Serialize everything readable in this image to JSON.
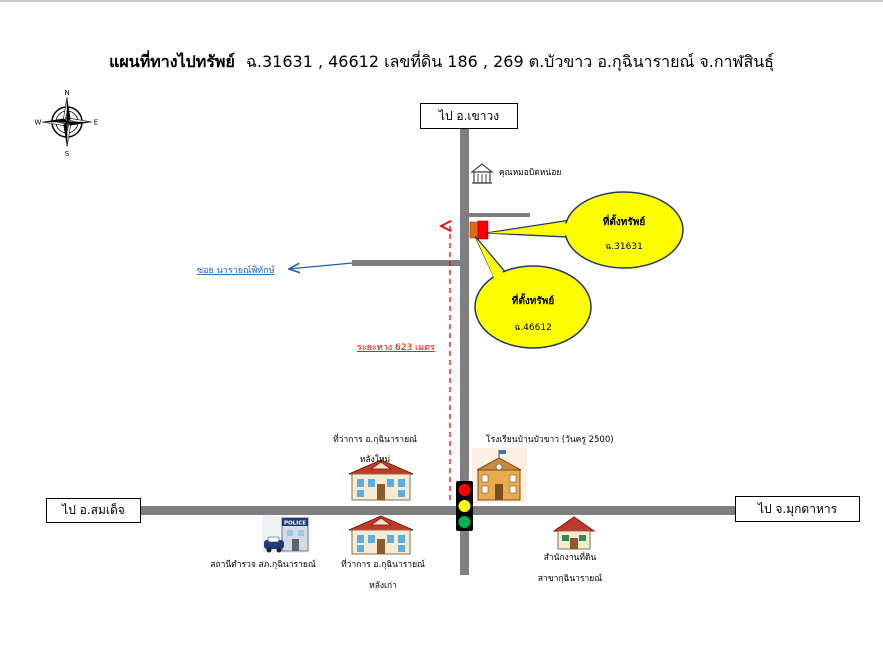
{
  "map": {
    "title_bold": "แผนที่ทางไปทรัพย์",
    "title_rest": "ฉ.31631  , 46612  เลขที่ดิน  186 ,  269  ต.บัวขาว  อ.กุฉินารายณ์  จ.กาฬสินธุ์",
    "compass": {
      "n": "N",
      "e": "E",
      "s": "S",
      "w": "W"
    },
    "destinations": {
      "north": "ไป อ.เขาวง",
      "west": "ไป อ.สมเด็จ",
      "east": "ไป จ.มุกดาหาร"
    },
    "side_road": "ซอย นารายณ์พิทักษ์",
    "distance": "ระยะทาง 623 เมตร",
    "landmarks": {
      "clinic": "คุณหมอบิดหน่อย",
      "district_new_line1": "ที่ว่าการ อ.กุฉินารายณ์",
      "district_new_line2": "หลังใหม่",
      "school": "โรงเรียนบ้านบัวขาว (วันครู 2500)",
      "police": "สถานีตำรวจ สภ.กุฉินารายณ์",
      "police_sign": "POLICE",
      "district_old_line1": "ที่ว่าการ อ.กุฉินารายณ์",
      "district_old_line2": "หลังเก่า",
      "land_office_line1": "สำนักงานที่ดิน",
      "land_office_line2": "สาขากุฉินารายณ์"
    },
    "callouts": [
      {
        "label": "ที่ตั้งทรัพย์",
        "deed": "ฉ.31631"
      },
      {
        "label": "ที่ตั้งทรัพย์",
        "deed": "ฉ.46612"
      }
    ],
    "colors": {
      "road": "#7f7f7f",
      "callout_fill": "#ffff00",
      "callout_border": "#1f3864",
      "parcel_red": "#ff0000",
      "parcel_orange": "#e36c09",
      "distance_red": "#ff0000",
      "link_blue": "#1f5fae"
    }
  }
}
